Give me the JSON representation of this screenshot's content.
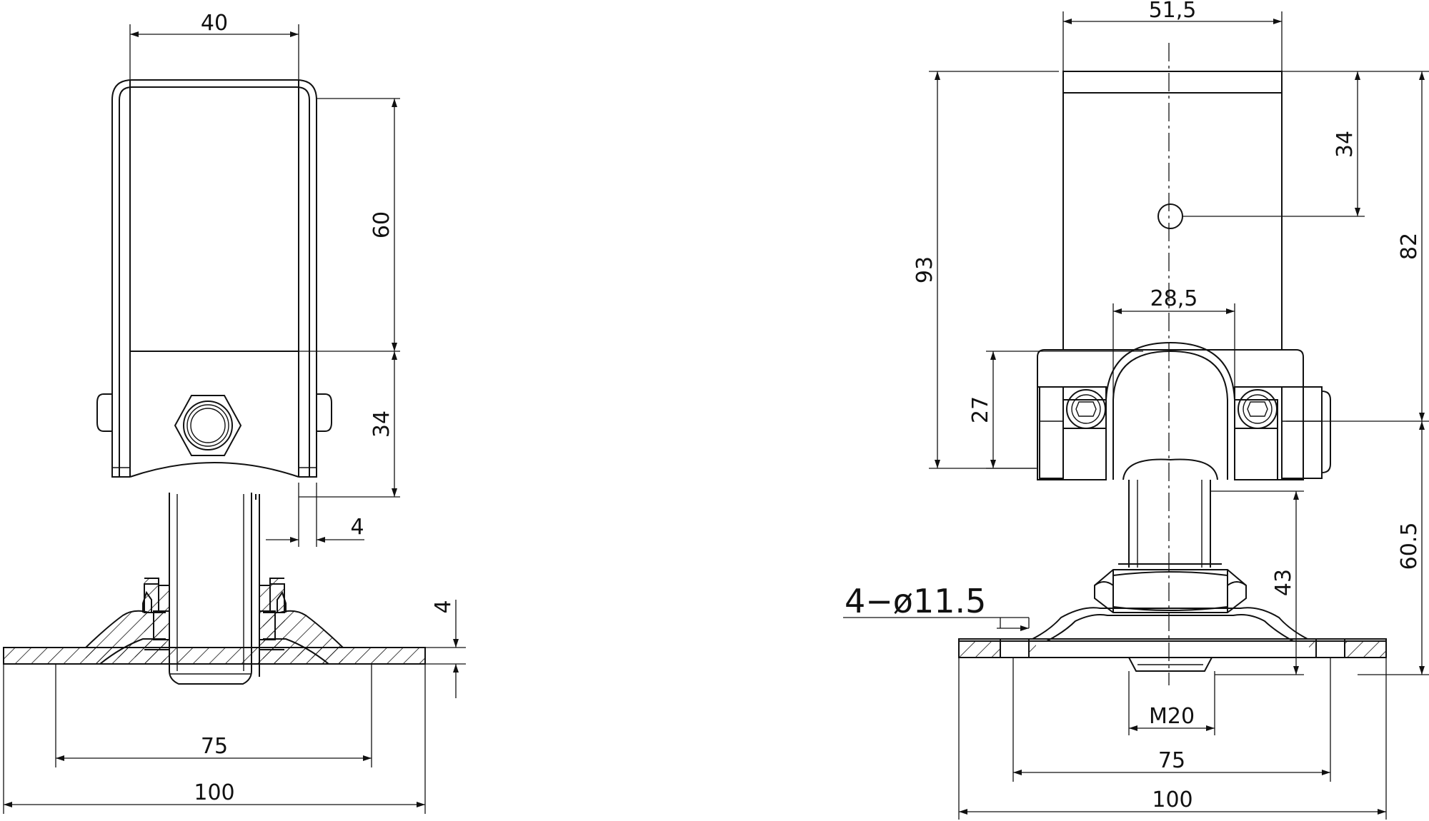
{
  "left_view": {
    "width_top": "40",
    "height_upper": "60",
    "height_lower": "34",
    "gap": "4",
    "plate_thickness": "4",
    "hole_spacing": "75",
    "base_width": "100"
  },
  "right_view": {
    "width_top": "51,5",
    "pin_height": "34",
    "total_height": "82",
    "overall_height": "93",
    "clamp_width": "28,5",
    "clamp_height": "27",
    "base_height": "60.5",
    "stud_height": "43",
    "holes": "4−ø11.5",
    "thread": "M20",
    "hole_spacing": "75",
    "base_width": "100"
  }
}
